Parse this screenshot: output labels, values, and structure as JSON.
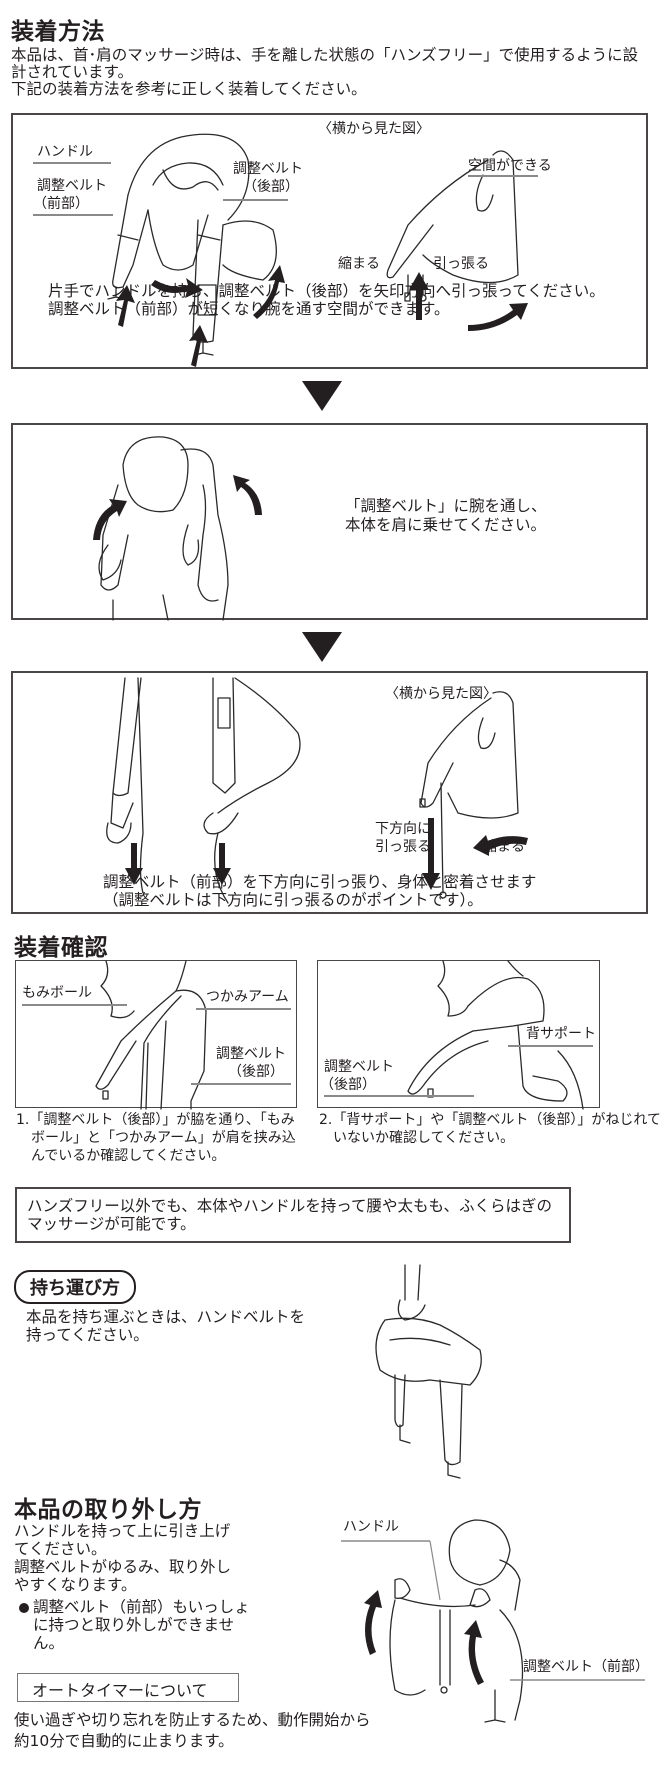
{
  "installation": {
    "title": "装着方法",
    "intro": [
      "本品は、首･肩のマッサージ時は、手を離した状態の「ハンズフリー」で使用するように設",
      "計されています。",
      "下記の装着方法を参考に正しく装着してください。"
    ],
    "step1": {
      "labels": {
        "handle": "ハンドル",
        "belt_front_1": "調整ベルト",
        "belt_front_2": "（前部）",
        "belt_back_1": "調整ベルト",
        "belt_back_2": "（後部）",
        "side_view": "〈横から見た図〉",
        "space": "空間ができる",
        "shrink": "縮まる",
        "pull": "引っ張る"
      },
      "caption": [
        "片手でハンドルを持ち、調整ベルト（後部）を矢印方向へ引っ張ってください。",
        "調整ベルト（前部）が短くなり腕を通す空間ができます。"
      ]
    },
    "step2": {
      "caption": [
        "「調整ベルト」に腕を通し、",
        "本体を肩に乗せてください。"
      ]
    },
    "step3": {
      "labels": {
        "side_view": "〈横から見た図〉",
        "pull_down_1": "下方向に",
        "pull_down_2": "引っ張る",
        "shrink": "縮まる"
      },
      "caption": [
        "調整ベルト（前部）を下方向に引っ張り、身体と密着させます",
        "（調整ベルトは下方向に引っ張るのがポイントです）。"
      ]
    }
  },
  "check": {
    "title": "装着確認",
    "left": {
      "labels": {
        "momi_ball": "もみボール",
        "grab_arm": "つかみアーム",
        "belt_back_1": "調整ベルト",
        "belt_back_2": "（後部）"
      },
      "caption": [
        "1.「調整ベルト（後部）」が脇を通り、「もみ",
        "ボール」と「つかみアーム」が肩を挟み込",
        "んでいるか確認してください。"
      ]
    },
    "right": {
      "labels": {
        "back_support": "背サポート",
        "belt_back_1": "調整ベルト",
        "belt_back_2": "（後部）"
      },
      "caption": [
        "2.「背サポート」や「調整ベルト（後部）」がねじれて",
        "いないか確認してください。"
      ]
    }
  },
  "note": [
    "ハンズフリー以外でも、本体やハンドルを持って腰や太もも、ふくらはぎの",
    "マッサージが可能です。"
  ],
  "carry": {
    "title": "持ち運び方",
    "text": [
      "本品を持ち運ぶときは、ハンドベルトを",
      "持ってください。"
    ]
  },
  "removal": {
    "title": "本品の取り外し方",
    "text": [
      "ハンドルを持って上に引き上げ",
      "てください。",
      "調整ベルトがゆるみ、取り外し",
      "やすくなります。"
    ],
    "bullet": [
      "調整ベルト（前部）もいっしょ",
      "に持つと取り外しができませ",
      "ん。"
    ],
    "labels": {
      "handle": "ハンドル",
      "belt_front": "調整ベルト（前部）"
    }
  },
  "auto_timer": {
    "title": "オートタイマーについて",
    "text": [
      "使い過ぎや切り忘れを防止するため、動作開始から",
      "約10分で自動的に止まります。"
    ]
  }
}
